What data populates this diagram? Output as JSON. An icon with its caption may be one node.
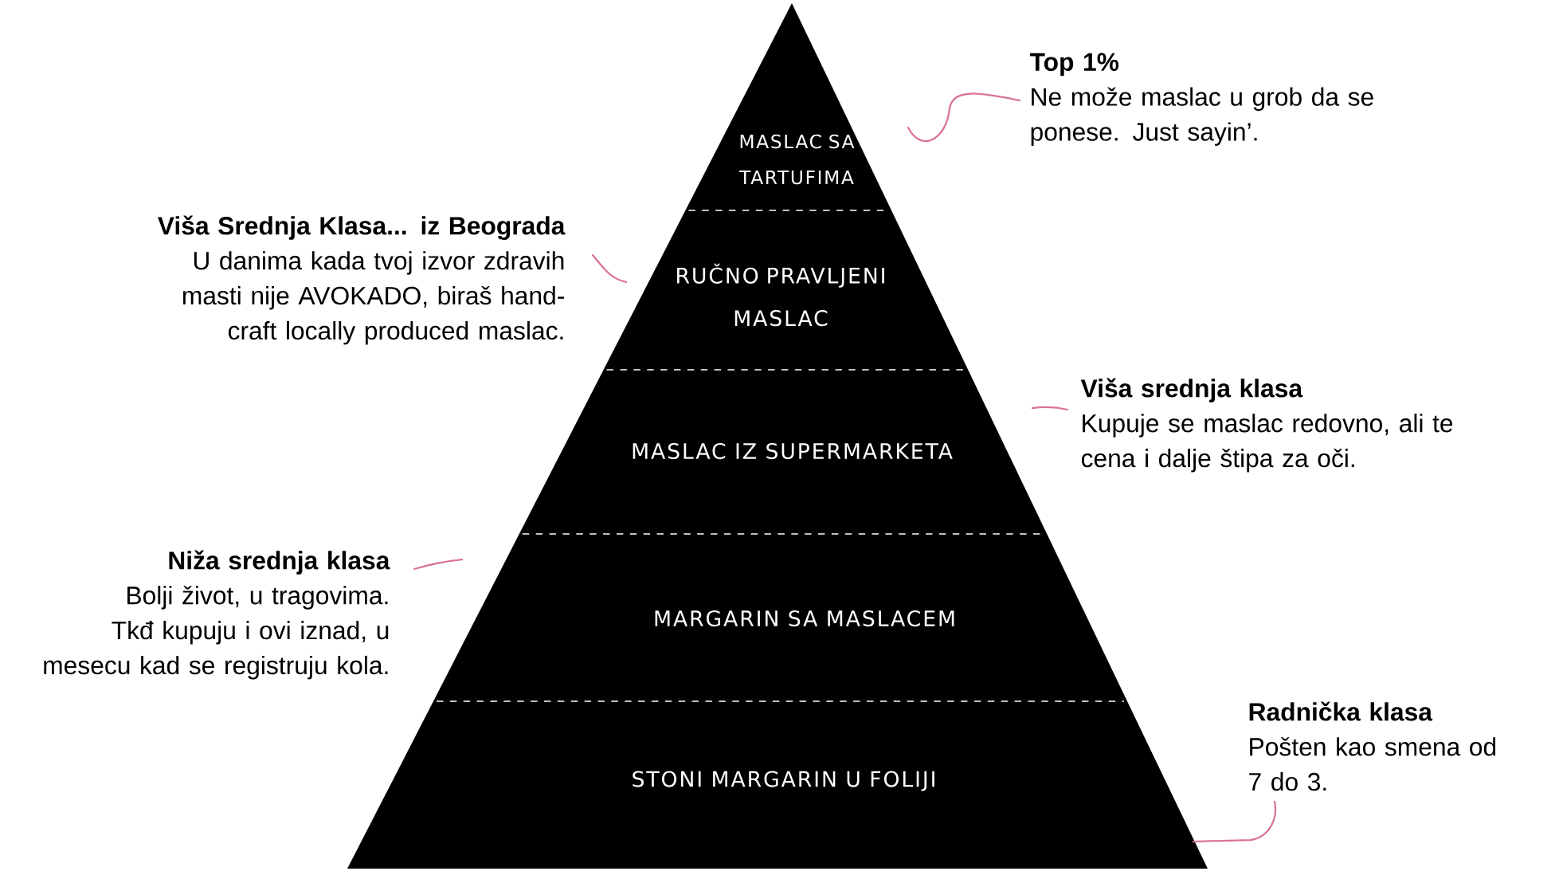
{
  "diagram": {
    "nodes": [
      {
        "text": [
          "MASLAC SA TARTUFIMA"
        ]
      },
      {
        "text": [
          "RUČNO PRAVLJENI MASLAC"
        ]
      },
      {
        "text": [
          "MASLAC IZ SUPERMARKETA"
        ]
      },
      {
        "text": [
          "MARGARIN SA MASLACEM"
        ]
      },
      {
        "text": [
          "STONI MARGARIN U FOLIJI"
        ]
      },
      {
        "text": [
          "Top 1%",
          "Ne može maslac u grob da se ponese. Just sayin’."
        ]
      },
      {
        "text": [
          "Viša Srednja Klasa... iz Beograda",
          "U danima kada tvoj izvor zdravih masti nije AVOKADO, biraš hand-craft locally produced maslac."
        ]
      },
      {
        "text": [
          "Viša srednja klasa",
          "Kupuje se maslac redovno, ali te cena i dalje štipa za oči."
        ]
      },
      {
        "text": [
          "Niža srednja klasa",
          "Bolji život, u tragovima. Tkđ kupuju i ovi iznad, u mesecu kad se registruju kola."
        ]
      },
      {
        "text": [
          "Radnička klasa",
          "Pošten kao smena od 7 do 3."
        ]
      }
    ],
    "edges": [
      {
        "from": 5,
        "to": 0,
        "arrow": "none"
      },
      {
        "from": 6,
        "to": 1,
        "arrow": "none"
      },
      {
        "from": 7,
        "to": 2,
        "arrow": "none"
      },
      {
        "from": 8,
        "to": 3,
        "arrow": "none"
      },
      {
        "from": 9,
        "to": 4,
        "arrow": "none"
      }
    ]
  }
}
